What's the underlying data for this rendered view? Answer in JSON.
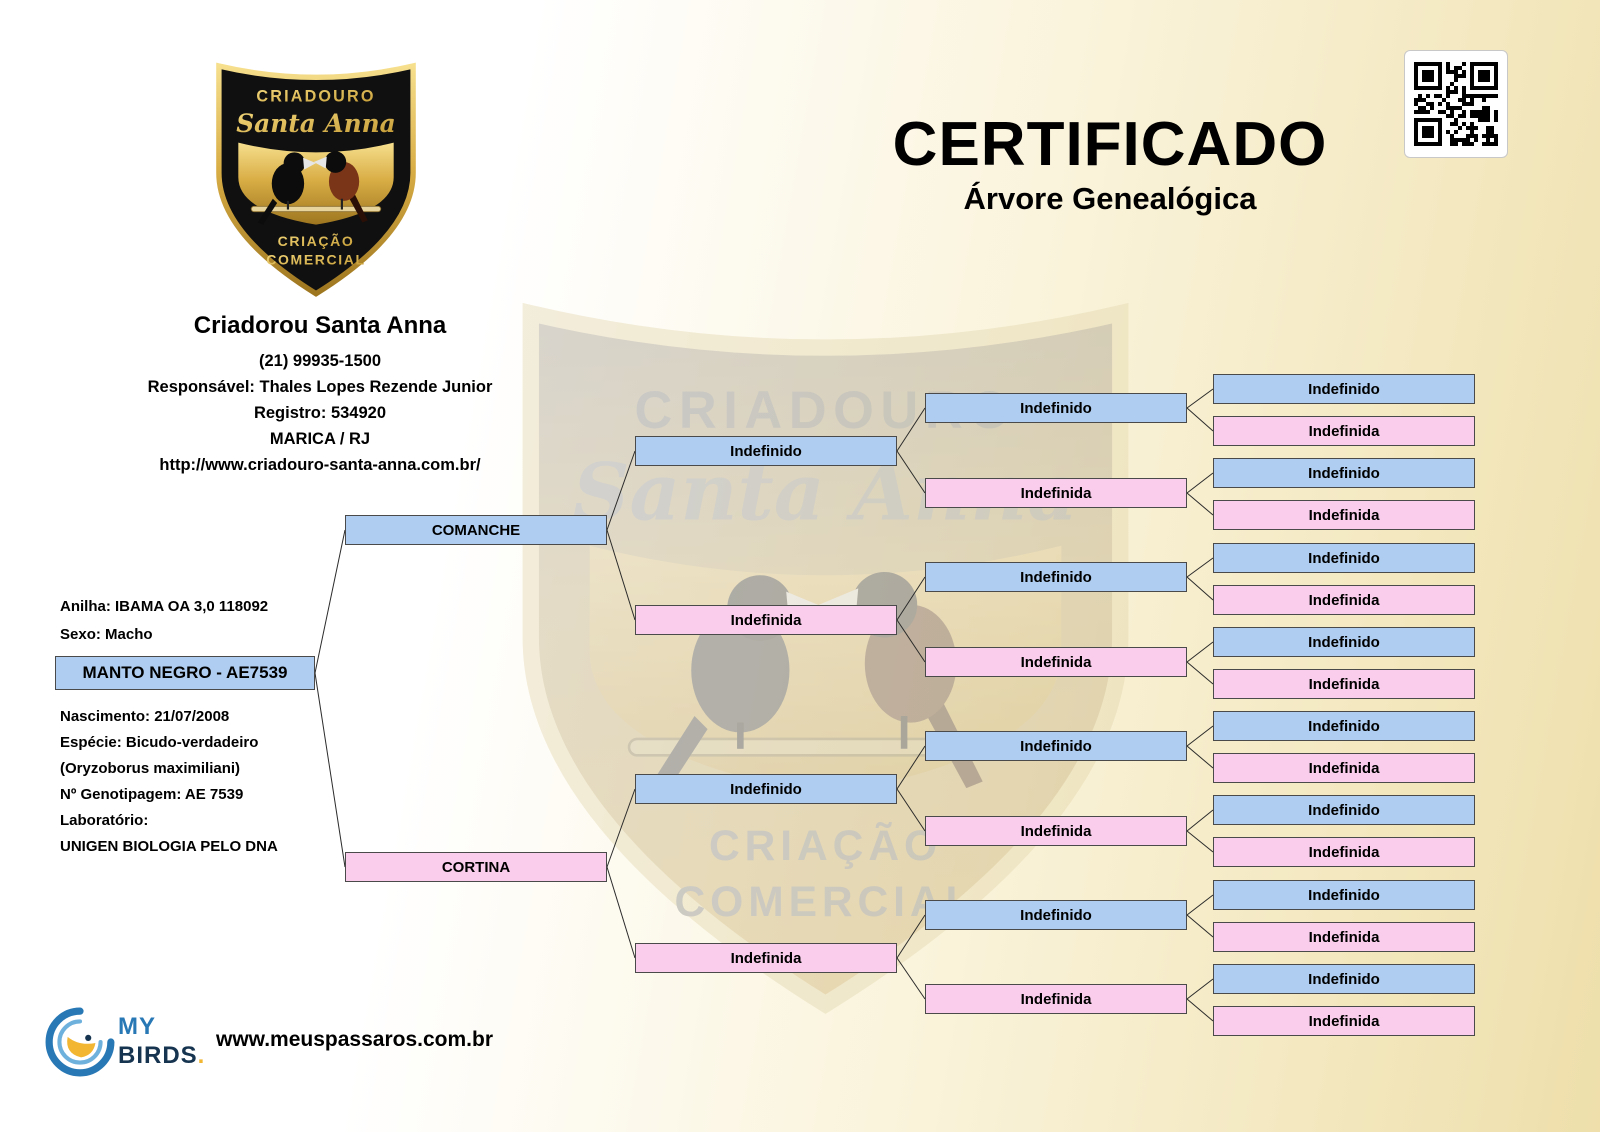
{
  "colors": {
    "male_box": "#aecdf0",
    "female_box": "#f9cdeb",
    "gold_accent": "#d9ae46",
    "brand_blue": "#2878b5",
    "brand_navy": "#16344f",
    "brand_yellow": "#f2b632"
  },
  "header": {
    "title": "CERTIFICADO",
    "subtitle": "Árvore Genealógica"
  },
  "logo": {
    "top_label": "CRIADOURO",
    "script_name": "Santa Anna",
    "bottom_line1": "CRIAÇÃO",
    "bottom_line2": "COMERCIAL"
  },
  "breeder": {
    "name": "Criadorou Santa Anna",
    "phone": "(21) 99935-1500",
    "responsible": "Responsável: Thales Lopes Rezende Junior",
    "registry": "Registro: 534920",
    "location": "MARICA / RJ",
    "website": "http://www.criadouro-santa-anna.com.br/"
  },
  "subject": {
    "ring": "Anilha: IBAMA OA 3,0 118092",
    "sex": "Sexo: Macho",
    "name": "MANTO NEGRO - AE7539",
    "birth": "Nascimento: 21/07/2008",
    "species": "Espécie: Bicudo-verdadeiro",
    "species_scientific": "(Oryzoborus maximiliani)",
    "genotyping": "Nº Genotipagem: AE 7539",
    "lab_label": "Laboratório:",
    "lab_name": "UNIGEN BIOLOGIA PELO DNA"
  },
  "tree": {
    "gen2": [
      {
        "label": "COMANCHE"
      },
      {
        "label": "CORTINA"
      }
    ],
    "gen3": [
      {
        "label": "Indefinido"
      },
      {
        "label": "Indefinida"
      },
      {
        "label": "Indefinido"
      },
      {
        "label": "Indefinida"
      }
    ],
    "gen4": [
      {
        "label": "Indefinido"
      },
      {
        "label": "Indefinida"
      },
      {
        "label": "Indefinido"
      },
      {
        "label": "Indefinida"
      },
      {
        "label": "Indefinido"
      },
      {
        "label": "Indefinida"
      },
      {
        "label": "Indefinido"
      },
      {
        "label": "Indefinida"
      }
    ],
    "gen5": [
      {
        "label": "Indefinido"
      },
      {
        "label": "Indefinida"
      },
      {
        "label": "Indefinido"
      },
      {
        "label": "Indefinida"
      },
      {
        "label": "Indefinido"
      },
      {
        "label": "Indefinida"
      },
      {
        "label": "Indefinido"
      },
      {
        "label": "Indefinida"
      },
      {
        "label": "Indefinido"
      },
      {
        "label": "Indefinida"
      },
      {
        "label": "Indefinido"
      },
      {
        "label": "Indefinida"
      },
      {
        "label": "Indefinido"
      },
      {
        "label": "Indefinida"
      },
      {
        "label": "Indefinido"
      },
      {
        "label": "Indefinida"
      }
    ]
  },
  "footer": {
    "brand_line1": "MY",
    "brand_line2": "BIRDS",
    "brand_dot": ".",
    "website": "www.meuspassaros.com.br"
  }
}
